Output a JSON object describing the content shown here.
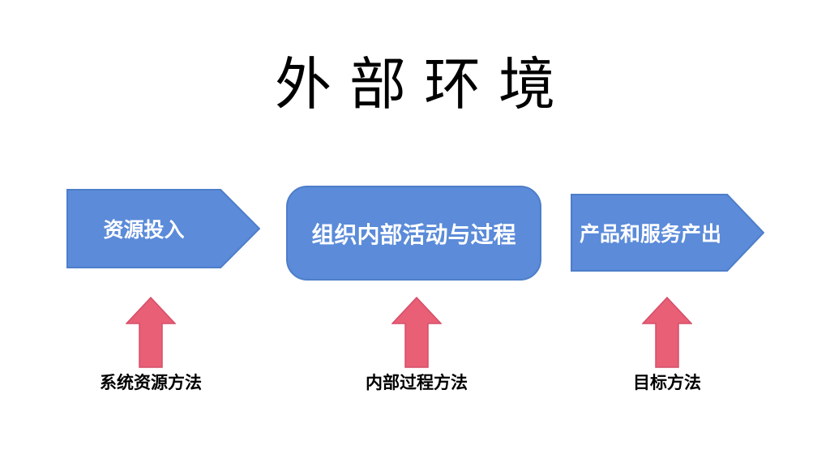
{
  "title": "外部环境",
  "colors": {
    "background": "#FFFFFF",
    "shape_blue": "#5B8BD9",
    "shape_blue_border": "#4E7EC9",
    "arrow_red": "#E85F76",
    "arrow_red_border": "#D54E68",
    "title_color": "#000000",
    "label_color": "#000000",
    "shape_text_color": "#FFFFFF"
  },
  "flow": {
    "input_shape": {
      "label": "资源投入",
      "type": "pentagon-arrow-right"
    },
    "process_shape": {
      "label": "组织内部活动与过程",
      "type": "rounded-rectangle"
    },
    "output_shape": {
      "label": "产品和服务产出",
      "type": "pentagon-arrow-right"
    }
  },
  "methods": [
    {
      "label": "系统资源方法",
      "icon": "up-arrow-icon"
    },
    {
      "label": "内部过程方法",
      "icon": "up-arrow-icon"
    },
    {
      "label": "目标方法",
      "icon": "up-arrow-icon"
    }
  ]
}
